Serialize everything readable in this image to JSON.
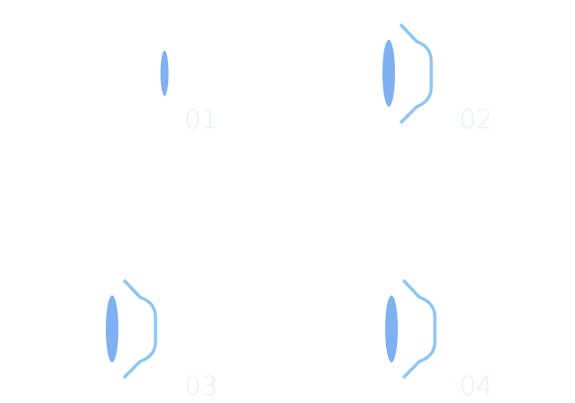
{
  "frames": [
    {
      "label": "01",
      "shape": "lens-only"
    },
    {
      "label": "02",
      "shape": "lens-with-bracket"
    },
    {
      "label": "03",
      "shape": "lens-with-bracket"
    },
    {
      "label": "04",
      "shape": "lens-with-bracket"
    }
  ],
  "colors": {
    "lens": "#7fb0f2",
    "bracket": "#8cc6f5",
    "label": "#e3f0fb",
    "background": "#ffffff"
  },
  "icons": [
    "lens-icon",
    "bracket-icon"
  ]
}
